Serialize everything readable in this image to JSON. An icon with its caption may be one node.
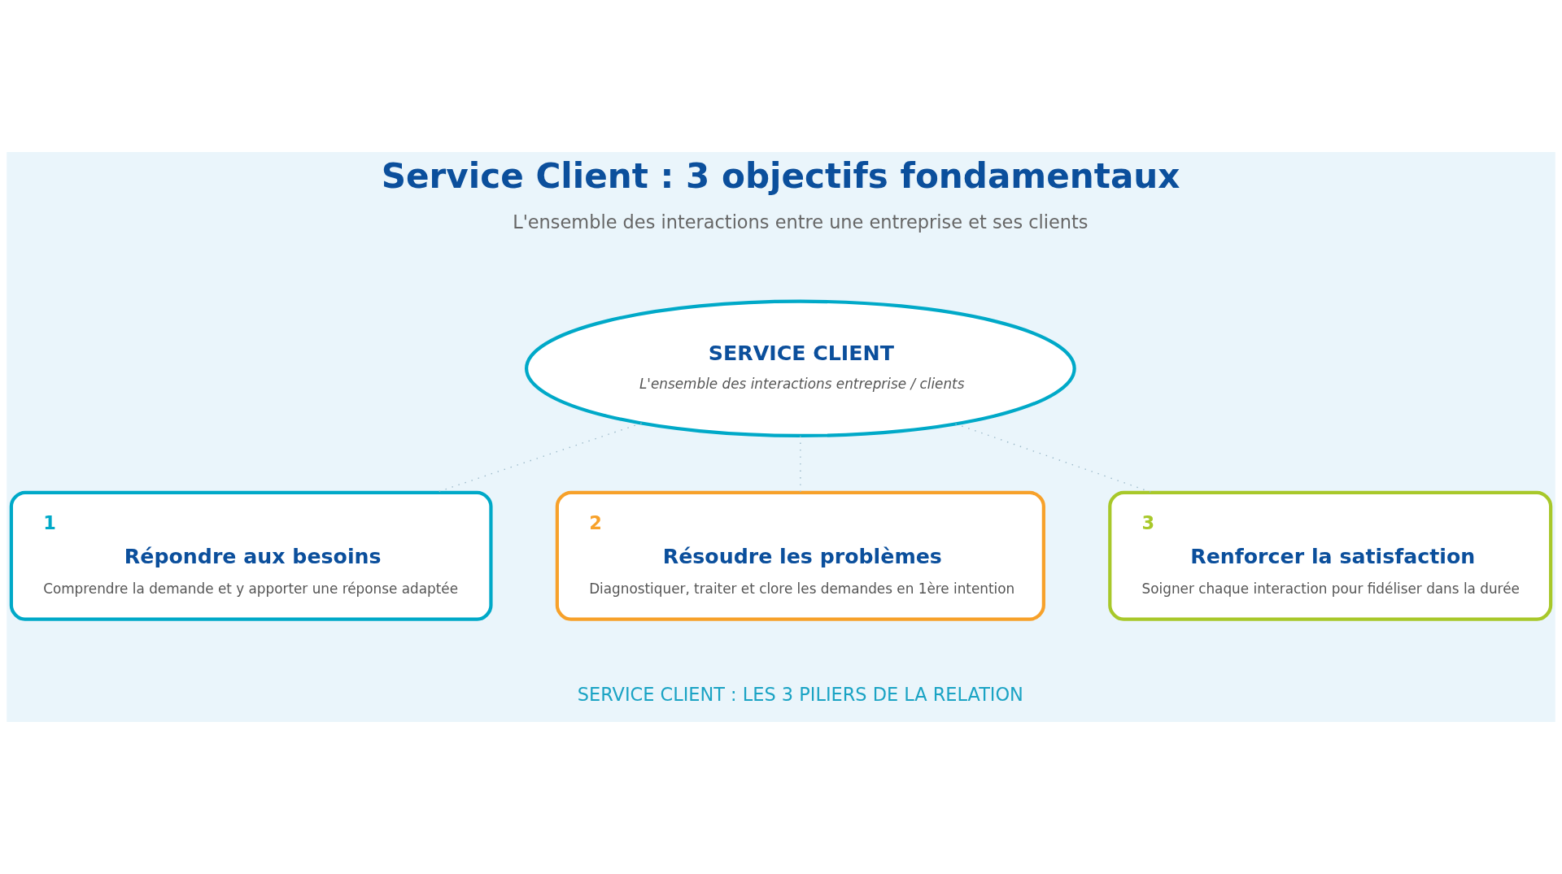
{
  "diagram": {
    "title": "Service Client : 3 objectifs fondamentaux",
    "nodes": [
      {
        "text": [
          "SERVICE CLIENT",
          "L'ensemble des interactions entreprise / clients"
        ]
      },
      {
        "text": [
          "1",
          "Répondre aux besoins",
          "Comprendre la demande et y apporter une réponse adaptée"
        ]
      },
      {
        "text": [
          "2",
          "Résoudre les problèmes",
          "Diagnostiquer, traiter et clore les demandes en 1ère intention"
        ]
      },
      {
        "text": [
          "3",
          "Renforcer la satisfaction",
          "Soigner chaque interaction pour fidéliser dans la durée"
        ]
      }
    ],
    "edges": [
      {
        "from": 0,
        "to": 1,
        "arrow": "none",
        "style": "dashed"
      },
      {
        "from": 0,
        "to": 2,
        "arrow": "none",
        "style": "dashed"
      },
      {
        "from": 0,
        "to": 3,
        "arrow": "none",
        "style": "dashed"
      }
    ],
    "labels": [
      "L'ensemble des interactions entre une entreprise et ses clients",
      "SERVICE CLIENT : LES 3 PILIERS DE LA RELATION"
    ]
  }
}
